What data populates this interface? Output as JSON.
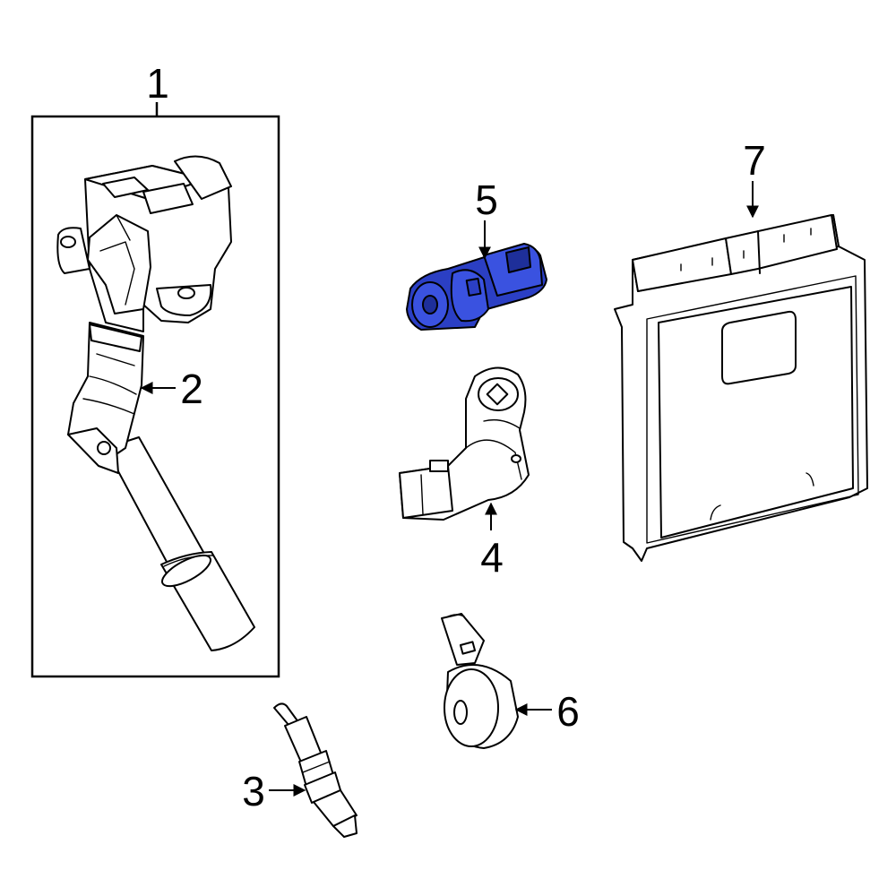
{
  "callouts": [
    {
      "id": "1",
      "label": "1"
    },
    {
      "id": "2",
      "label": "2"
    },
    {
      "id": "3",
      "label": "3"
    },
    {
      "id": "4",
      "label": "4"
    },
    {
      "id": "5",
      "label": "5"
    },
    {
      "id": "6",
      "label": "6"
    },
    {
      "id": "7",
      "label": "7"
    }
  ],
  "colors": {
    "highlight": "#2b3fc4",
    "line": "#000000",
    "background": "#ffffff"
  },
  "parts": [
    {
      "callout": "1",
      "icon": "ignition-coil-assembly-icon"
    },
    {
      "callout": "2",
      "icon": "ignition-coil-boot-icon"
    },
    {
      "callout": "3",
      "icon": "spark-plug-icon"
    },
    {
      "callout": "4",
      "icon": "crankshaft-position-sensor-icon"
    },
    {
      "callout": "5",
      "icon": "camshaft-position-sensor-icon",
      "highlighted": true
    },
    {
      "callout": "6",
      "icon": "knock-sensor-icon"
    },
    {
      "callout": "7",
      "icon": "engine-control-module-icon"
    }
  ]
}
